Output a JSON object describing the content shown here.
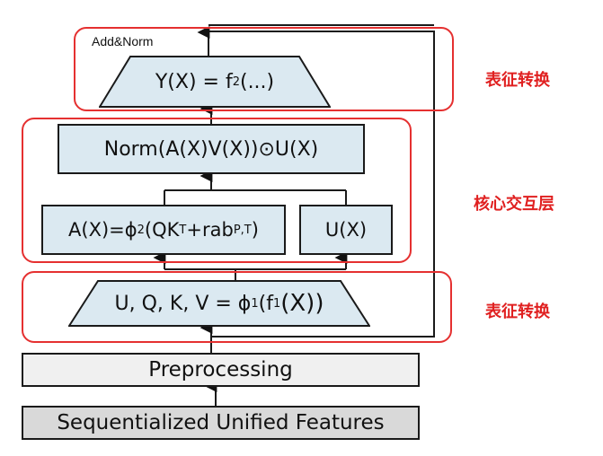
{
  "labels": {
    "add_norm": "Add&Norm",
    "top_trapezoid": {
      "lhs": "Y(X) = f",
      "sub": "2",
      "rhs": "(...)"
    },
    "norm_box": "Norm(A(X)V(X))⊙U(X)",
    "attention_box": {
      "a": "A(X)=ϕ",
      "sub": "2",
      "b": "(QK",
      "sup1": "T",
      "c": "+rab",
      "sup2": "P,T",
      "d": ")"
    },
    "u_box": "U(X)",
    "bottom_trapezoid": {
      "a": "U, Q, K, V = ϕ",
      "sub1": "1",
      "b": "(f",
      "sub2": "1",
      "c": "(X))"
    },
    "preprocessing": "Preprocessing",
    "features": "Sequentialized Unified Features"
  },
  "annotations": {
    "top": "表征转换",
    "middle": "核心交互层",
    "bottom": "表征转换"
  },
  "colors": {
    "box_fill": "#dbe9f1",
    "preprocessing_fill": "#f0f0f0",
    "features_fill": "#d9d9d9",
    "annotation_red": "#e02020",
    "stroke": "#1a1a1a"
  }
}
